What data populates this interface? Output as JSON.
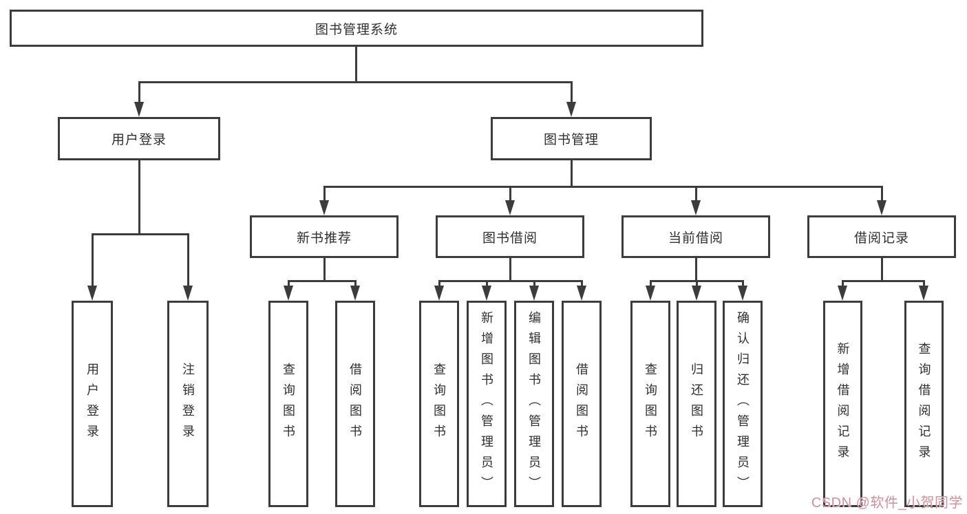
{
  "diagram": {
    "title": "图书管理系统",
    "root": {
      "label": "图书管理系统"
    },
    "level1": [
      {
        "label": "用户登录"
      },
      {
        "label": "图书管理"
      }
    ],
    "level2": [
      {
        "label": "新书推荐",
        "parent": "图书管理"
      },
      {
        "label": "图书借阅",
        "parent": "图书管理"
      },
      {
        "label": "当前借阅",
        "parent": "图书管理"
      },
      {
        "label": "借阅记录",
        "parent": "图书管理"
      }
    ],
    "leaves": [
      {
        "label": "用户登录",
        "parent": "用户登录"
      },
      {
        "label": "注销登录",
        "parent": "用户登录"
      },
      {
        "label": "查询图书",
        "parent": "新书推荐"
      },
      {
        "label": "借阅图书",
        "parent": "新书推荐"
      },
      {
        "label": "查询图书",
        "parent": "图书借阅"
      },
      {
        "label": "新增图书（管理员）",
        "parent": "图书借阅"
      },
      {
        "label": "编辑图书（管理员）",
        "parent": "图书借阅"
      },
      {
        "label": "借阅图书",
        "parent": "图书借阅"
      },
      {
        "label": "查询图书",
        "parent": "当前借阅"
      },
      {
        "label": "归还图书",
        "parent": "当前借阅"
      },
      {
        "label": "确认归还（管理员）",
        "parent": "当前借阅"
      },
      {
        "label": "新增借阅记录",
        "parent": "借阅记录"
      },
      {
        "label": "查询借阅记录",
        "parent": "借阅记录"
      }
    ]
  },
  "watermark": {
    "text": "CSDN @软件_小贺同学",
    "color": "#cf8f9b"
  },
  "colors": {
    "line": "#3c3c3c",
    "text": "#2f2f2f",
    "background": "#ffffff"
  }
}
